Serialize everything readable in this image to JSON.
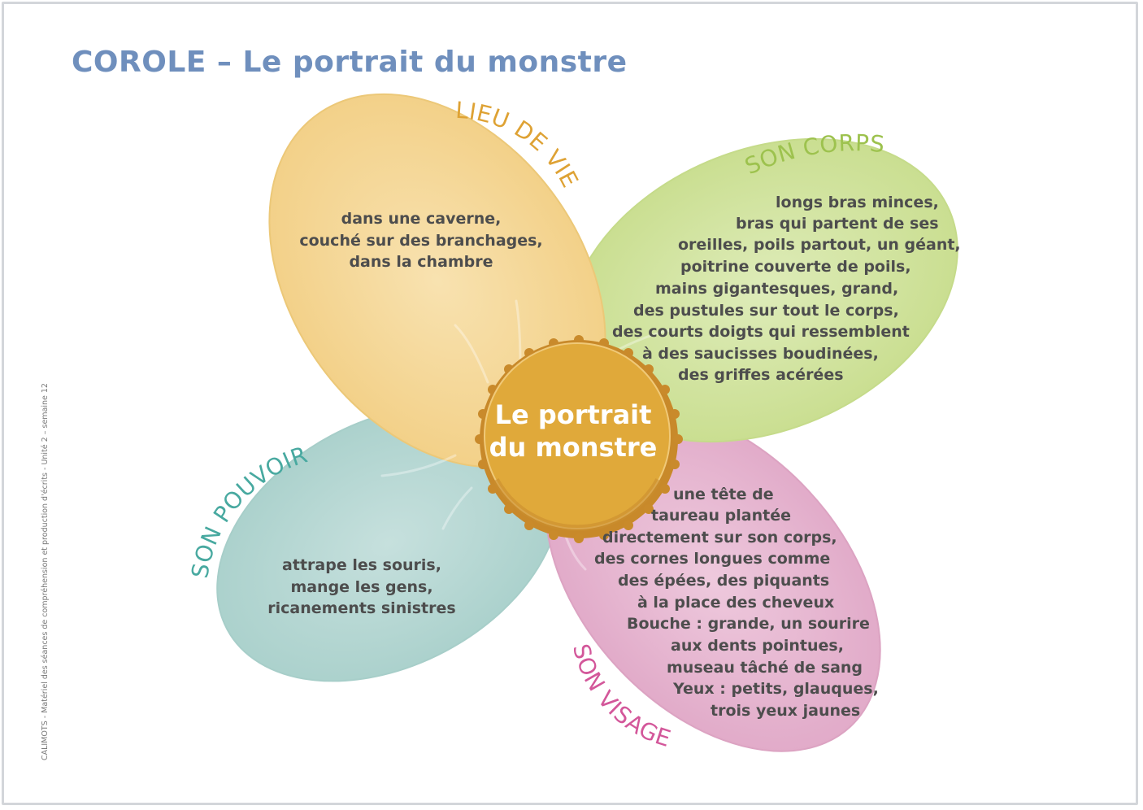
{
  "title": "COROLE – Le portrait du monstre",
  "side_caption": "CALIMOTS - Matériel des séances de compréhension et production d'écrits - Unité 2 – semaine 12",
  "center": {
    "lines": [
      "Le portrait",
      "du monstre"
    ],
    "color": "#e0a93a"
  },
  "petals": {
    "lieu_de_vie": {
      "label": "LIEU DE VIE",
      "color": "#f5d695",
      "label_color": "#dea234",
      "lines": [
        "dans une caverne,",
        "couché sur des branchages,",
        "dans la chambre"
      ]
    },
    "son_corps": {
      "label": "SON CORPS",
      "color": "#d2e3a0",
      "label_color": "#9dc24e",
      "lines": [
        "longs bras minces,",
        "bras qui partent de ses",
        "oreilles, poils partout, un géant,",
        "poitrine couverte de poils,",
        "mains gigantesques, grand,",
        "des pustules sur tout le corps,",
        "des courts doigts qui ressemblent",
        "à des saucisses boudinées,",
        "des griffes acérées"
      ]
    },
    "son_pouvoir": {
      "label": "SON POUVOIR",
      "color": "#b7d8d4",
      "label_color": "#48a9a0",
      "lines": [
        "attrape les souris,",
        "mange les gens,",
        "ricanements sinistres"
      ]
    },
    "son_visage": {
      "label": "SON VISAGE",
      "color": "#e7b8d2",
      "label_color": "#d3579a",
      "lines": [
        "une tête de",
        "taureau plantée",
        "directement sur son corps,",
        "des cornes longues comme",
        "des épées, des piquants",
        "à la place des cheveux",
        "Bouche : grande, un sourire",
        "aux dents pointues,",
        "museau tâché de sang",
        "Yeux : petits, glauques,",
        "trois yeux jaunes"
      ]
    }
  }
}
